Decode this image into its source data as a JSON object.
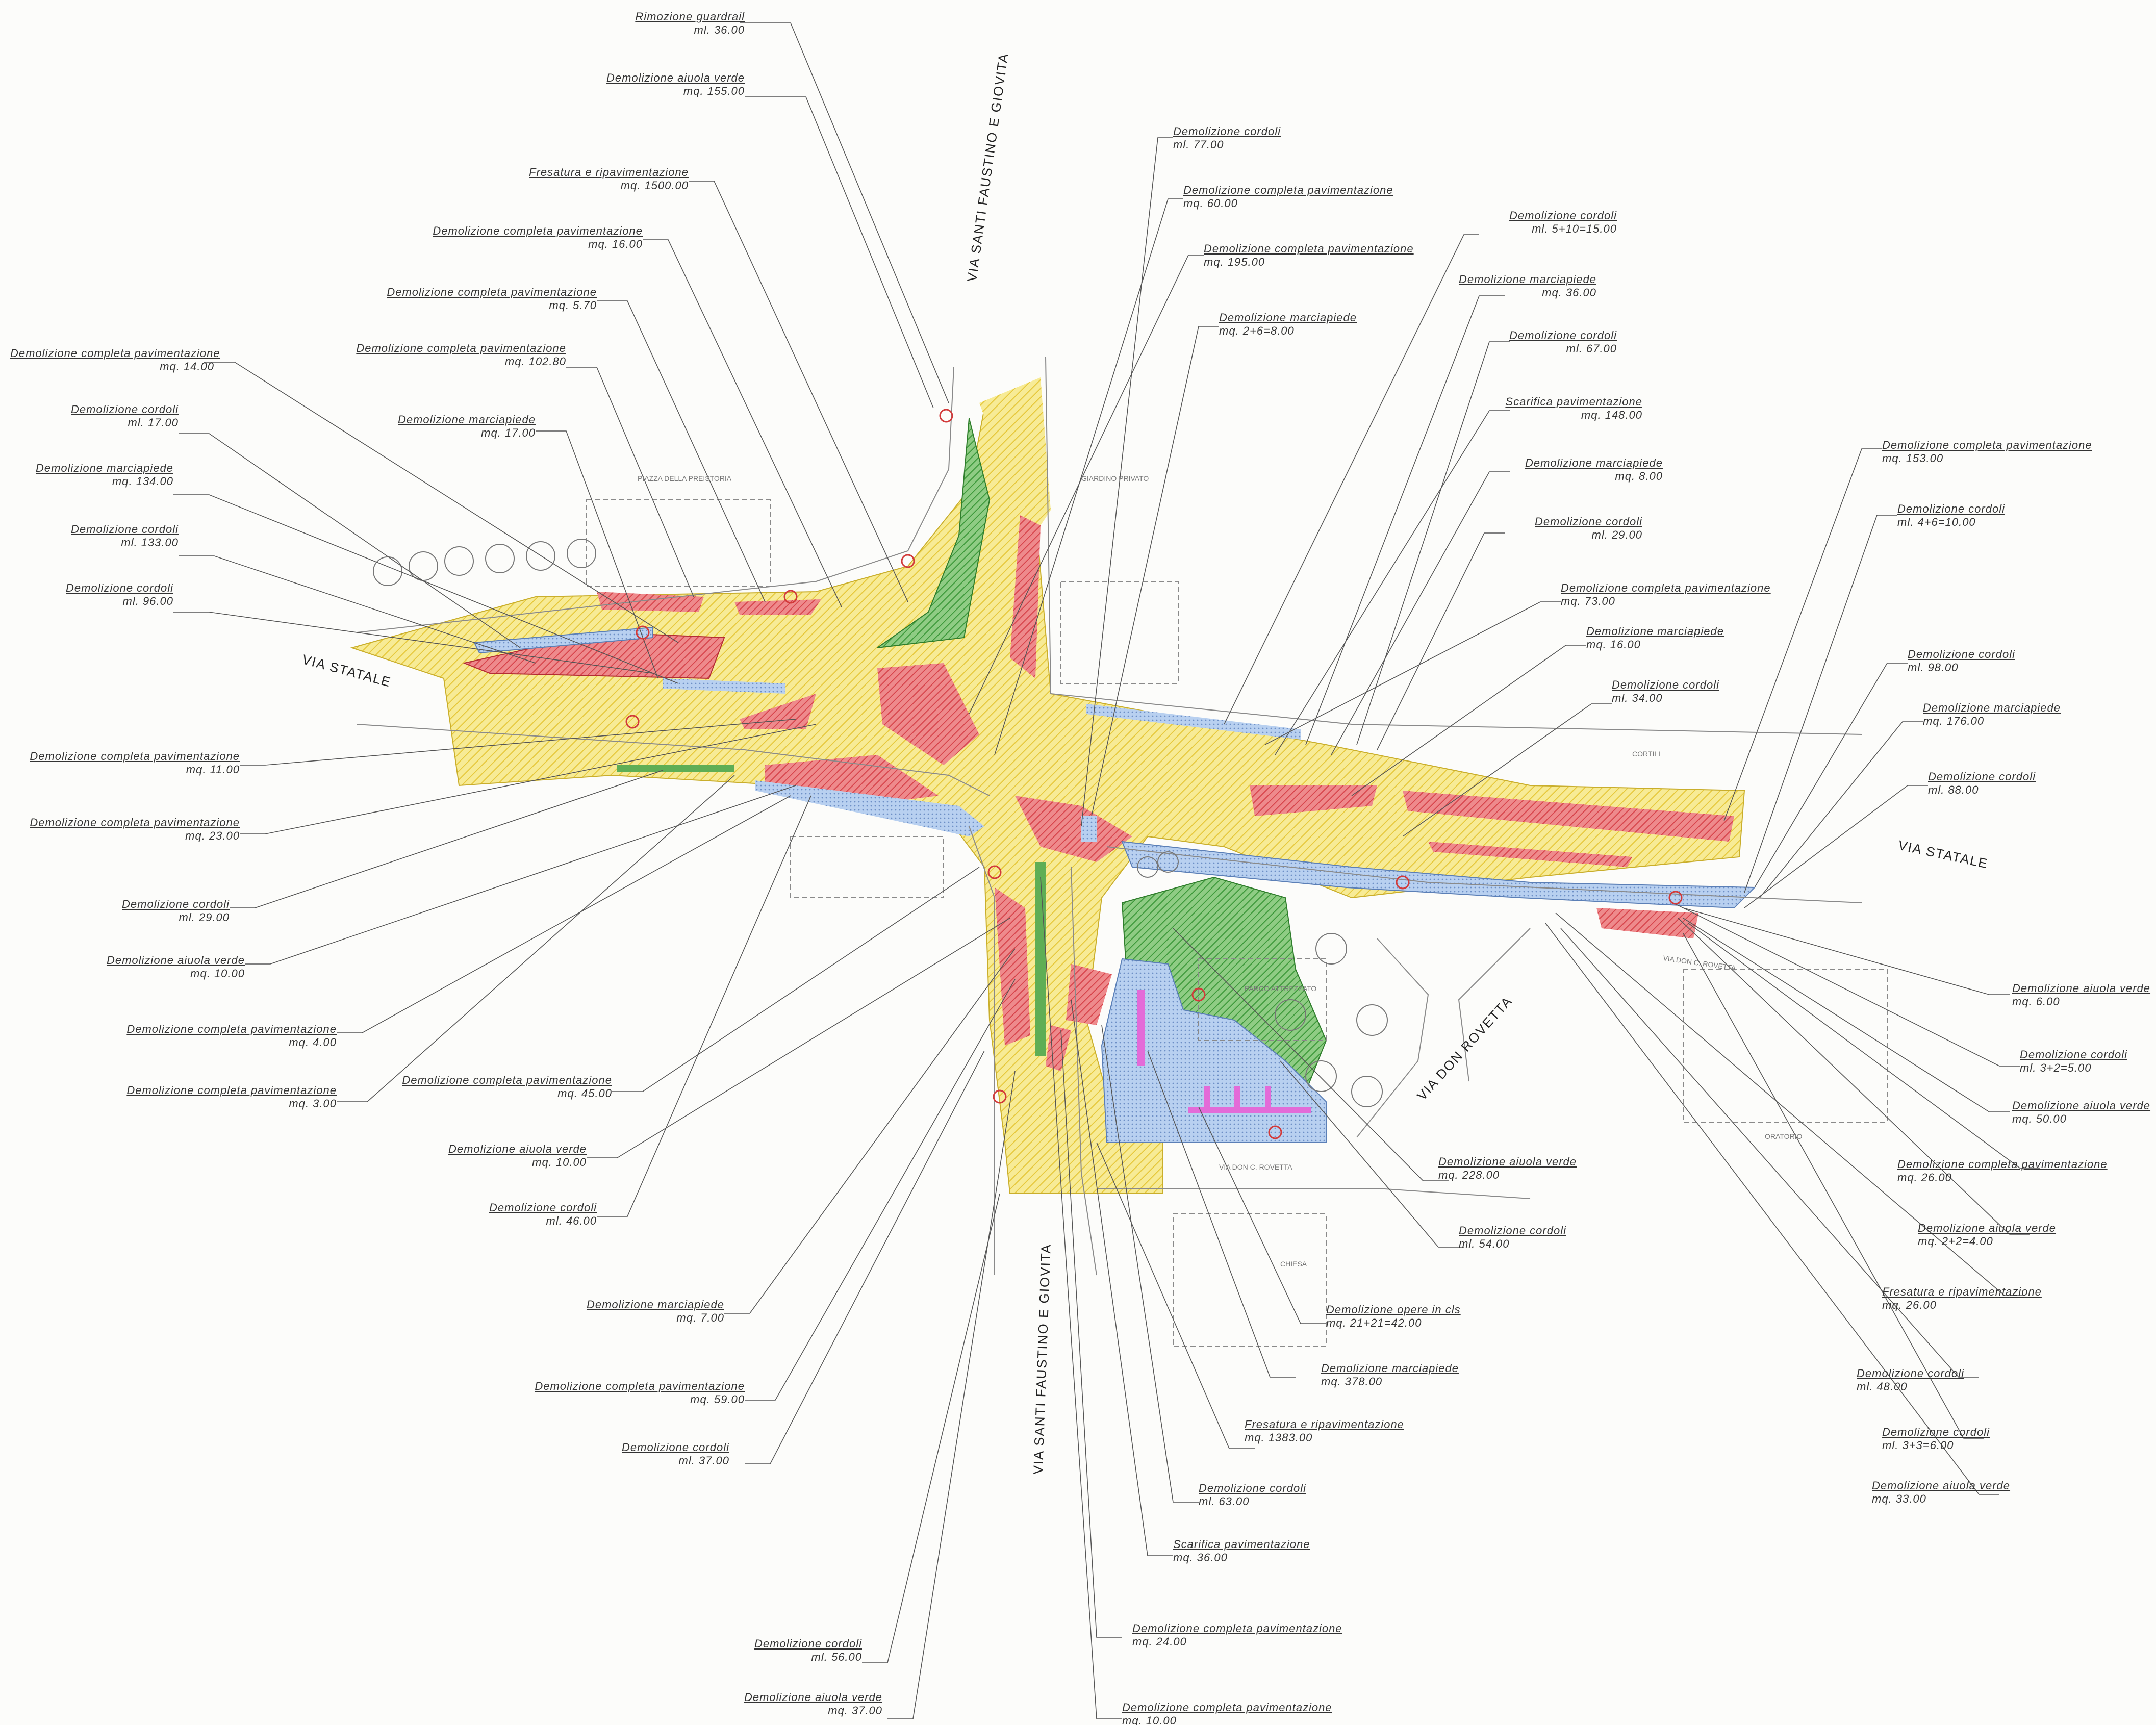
{
  "callouts": [
    {
      "title": "Rimozione guardrail",
      "value": "ml. 36.00"
    },
    {
      "title": "Demolizione aiuola verde",
      "value": "mq. 155.00"
    },
    {
      "title": "Fresatura e ripavimentazione",
      "value": "mq. 1500.00"
    },
    {
      "title": "Demolizione completa pavimentazione",
      "value": "mq. 16.00"
    },
    {
      "title": "Demolizione completa pavimentazione",
      "value": "mq. 5.70"
    },
    {
      "title": "Demolizione completa pavimentazione",
      "value": "mq. 102.80"
    },
    {
      "title": "Demolizione completa pavimentazione",
      "value": "mq. 14.00"
    },
    {
      "title": "Demolizione marciapiede",
      "value": "mq. 17.00"
    },
    {
      "title": "Demolizione cordoli",
      "value": "ml. 17.00"
    },
    {
      "title": "Demolizione marciapiede",
      "value": "mq. 134.00"
    },
    {
      "title": "Demolizione cordoli",
      "value": "ml. 133.00"
    },
    {
      "title": "Demolizione cordoli",
      "value": "ml. 96.00"
    },
    {
      "title": "Demolizione completa pavimentazione",
      "value": "mq. 11.00"
    },
    {
      "title": "Demolizione completa pavimentazione",
      "value": "mq. 23.00"
    },
    {
      "title": "Demolizione cordoli",
      "value": "ml. 29.00"
    },
    {
      "title": "Demolizione aiuola verde",
      "value": "mq. 10.00"
    },
    {
      "title": "Demolizione completa pavimentazione",
      "value": "mq. 4.00"
    },
    {
      "title": "Demolizione completa pavimentazione",
      "value": "mq. 3.00"
    },
    {
      "title": "Demolizione completa pavimentazione",
      "value": "mq. 45.00"
    },
    {
      "title": "Demolizione aiuola verde",
      "value": "mq. 10.00"
    },
    {
      "title": "Demolizione cordoli",
      "value": "ml. 46.00"
    },
    {
      "title": "Demolizione marciapiede",
      "value": "mq. 7.00"
    },
    {
      "title": "Demolizione completa pavimentazione",
      "value": "mq. 59.00"
    },
    {
      "title": "Demolizione cordoli",
      "value": "ml. 37.00"
    },
    {
      "title": "Demolizione cordoli",
      "value": "ml. 56.00"
    },
    {
      "title": "Demolizione aiuola verde",
      "value": "mq. 37.00"
    },
    {
      "title": "Demolizione completa pavimentazione",
      "value": "mq. 10.00"
    },
    {
      "title": "Demolizione completa pavimentazione",
      "value": "mq. 24.00"
    },
    {
      "title": "Scarifica pavimentazione",
      "value": "mq. 36.00"
    },
    {
      "title": "Demolizione cordoli",
      "value": "ml. 63.00"
    },
    {
      "title": "Fresatura e ripavimentazione",
      "value": "mq. 1383.00"
    },
    {
      "title": "Demolizione marciapiede",
      "value": "mq. 378.00"
    },
    {
      "title": "Demolizione opere in cls",
      "value": "mq. 21+21=42.00"
    },
    {
      "title": "Demolizione cordoli",
      "value": "ml. 54.00"
    },
    {
      "title": "Demolizione aiuola verde",
      "value": "mq. 228.00"
    },
    {
      "title": "Demolizione cordoli",
      "value": "ml. 77.00"
    },
    {
      "title": "Demolizione completa pavimentazione",
      "value": "mq. 60.00"
    },
    {
      "title": "Demolizione completa pavimentazione",
      "value": "mq. 195.00"
    },
    {
      "title": "Demolizione marciapiede",
      "value": "mq. 2+6=8.00"
    },
    {
      "title": "Demolizione cordoli",
      "value": "ml. 5+10=15.00"
    },
    {
      "title": "Demolizione marciapiede",
      "value": "mq. 36.00"
    },
    {
      "title": "Demolizione cordoli",
      "value": "ml. 67.00"
    },
    {
      "title": "Scarifica pavimentazione",
      "value": "mq. 148.00"
    },
    {
      "title": "Demolizione marciapiede",
      "value": "mq. 8.00"
    },
    {
      "title": "Demolizione cordoli",
      "value": "ml. 29.00"
    },
    {
      "title": "Demolizione completa pavimentazione",
      "value": "mq. 73.00"
    },
    {
      "title": "Demolizione marciapiede",
      "value": "mq. 16.00"
    },
    {
      "title": "Demolizione cordoli",
      "value": "ml. 34.00"
    },
    {
      "title": "Demolizione completa pavimentazione",
      "value": "mq. 153.00"
    },
    {
      "title": "Demolizione cordoli",
      "value": "ml. 4+6=10.00"
    },
    {
      "title": "Demolizione cordoli",
      "value": "ml. 98.00"
    },
    {
      "title": "Demolizione marciapiede",
      "value": "mq. 176.00"
    },
    {
      "title": "Demolizione cordoli",
      "value": "ml. 88.00"
    },
    {
      "title": "Demolizione aiuola verde",
      "value": "mq. 6.00"
    },
    {
      "title": "Demolizione cordoli",
      "value": "ml. 3+2=5.00"
    },
    {
      "title": "Demolizione aiuola verde",
      "value": "mq. 50.00"
    },
    {
      "title": "Demolizione completa pavimentazione",
      "value": "mq. 26.00"
    },
    {
      "title": "Demolizione aiuola verde",
      "value": "mq. 2+2=4.00"
    },
    {
      "title": "Fresatura e ripavimentazione",
      "value": "mq. 26.00"
    },
    {
      "title": "Demolizione cordoli",
      "value": "ml. 48.00"
    },
    {
      "title": "Demolizione cordoli",
      "value": "ml. 3+3=6.00"
    },
    {
      "title": "Demolizione aiuola verde",
      "value": "mq. 33.00"
    }
  ],
  "streets": {
    "via_statale_west": "VIA STATALE",
    "via_statale_east": "VIA STATALE",
    "via_santi_north": "VIA SANTI FAUSTINO E GIOVITA",
    "via_santi_south": "VIA SANTI FAUSTINO E GIOVITA",
    "via_don_rovetta": "VIA DON ROVETTA"
  },
  "place_labels": {
    "piazza": "PIAZZA DELLA PREISTORIA",
    "via_don_c_rovetta": "VIA DON C. ROVETTA",
    "chiesa": "CHIESA",
    "oratorio": "ORATORIO",
    "parco": "PARCO ATTREZZATO",
    "giardino": "GIARDINO PRIVATO",
    "cortili": "CORTILI",
    "via_don_rovetta_small": "VIA DON C. ROVETTA"
  },
  "colors": {
    "paving_yellow": "#f5e36a",
    "demolition_red": "#e9646a",
    "green_bed": "#5fae55",
    "sidewalk_blue": "#a9c6ec",
    "concrete_magenta": "#e36bd8",
    "linework": "#666666"
  }
}
